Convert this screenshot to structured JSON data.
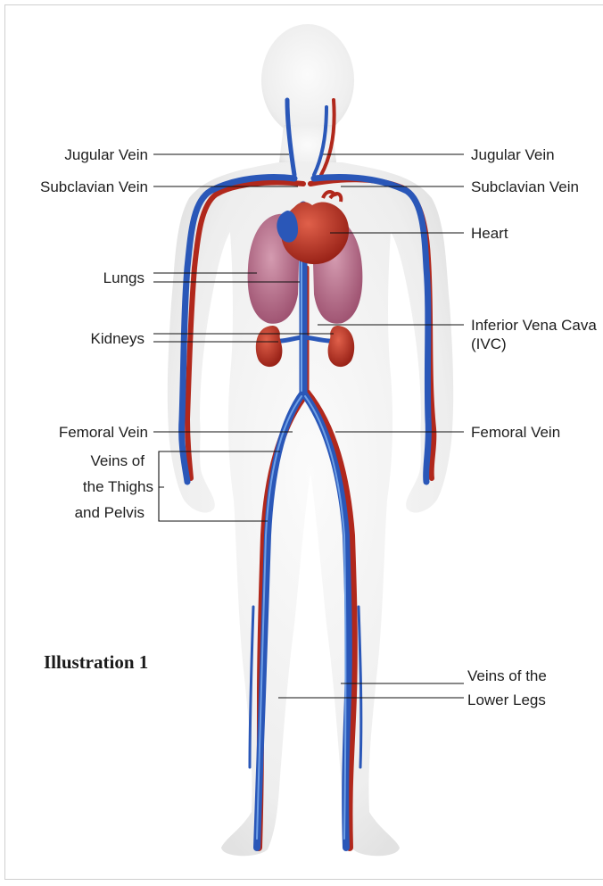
{
  "caption": "Illustration 1",
  "colors": {
    "vein": "#2a57b8",
    "vein_highlight": "#6fa0e6",
    "artery": "#b1281c",
    "organ": "#c23a2a",
    "lung": "#b46a87",
    "body": "#f0f0f0"
  },
  "labels": {
    "jugular_left": "Jugular Vein",
    "jugular_right": "Jugular Vein",
    "subclavian_left": "Subclavian Vein",
    "subclavian_right": "Subclavian Vein",
    "heart": "Heart",
    "lungs": "Lungs",
    "ivc_line1": "Inferior Vena Cava",
    "ivc_line2": "(IVC)",
    "kidneys": "Kidneys",
    "femoral_left": "Femoral Vein",
    "femoral_right": "Femoral Vein",
    "thighs_line1": "Veins of",
    "thighs_line2": "the Thighs",
    "thighs_line3": "and Pelvis",
    "lower_legs_line1": "Veins of the",
    "lower_legs_line2": "Lower Legs"
  }
}
